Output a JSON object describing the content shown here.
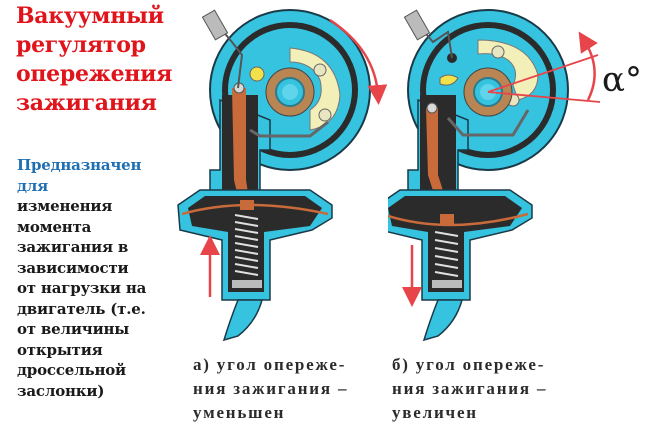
{
  "title": {
    "lines": [
      "Вакуумный",
      "регулятор",
      "опережения",
      "зажигания"
    ],
    "color": "#e0141b"
  },
  "description": {
    "lead_lines": [
      "Предназначен",
      "для"
    ],
    "lead_color": "#1f6fb3",
    "body_lines": [
      "изменения",
      "момента",
      "зажигания в",
      "зависимости",
      "от нагрузки на",
      "двигатель (т.е.",
      "от величины",
      "открытия",
      "дроссельной",
      "заслонки)"
    ]
  },
  "diagrams": [
    {
      "id": "a",
      "caption_lines": [
        "а) угол опереже-",
        "ния зажигания –",
        "уменьшен"
      ],
      "rotation_arrow": "clockwise-down",
      "diaphragm_arrow": "up"
    },
    {
      "id": "b",
      "caption_lines": [
        "б) угол опереже-",
        "ния зажигания –",
        "увеличен"
      ],
      "angle_label": "α°",
      "rotation_arrow": "counterclockwise-up",
      "diaphragm_arrow": "down"
    }
  ],
  "colors": {
    "housing_blue": "#35c3e0",
    "dark": "#2b2b2b",
    "rod_brown": "#c86a3a",
    "arrow_red": "#e8454a",
    "cam_brown": "#b98552",
    "plate_yellow": "#f3efb8"
  }
}
